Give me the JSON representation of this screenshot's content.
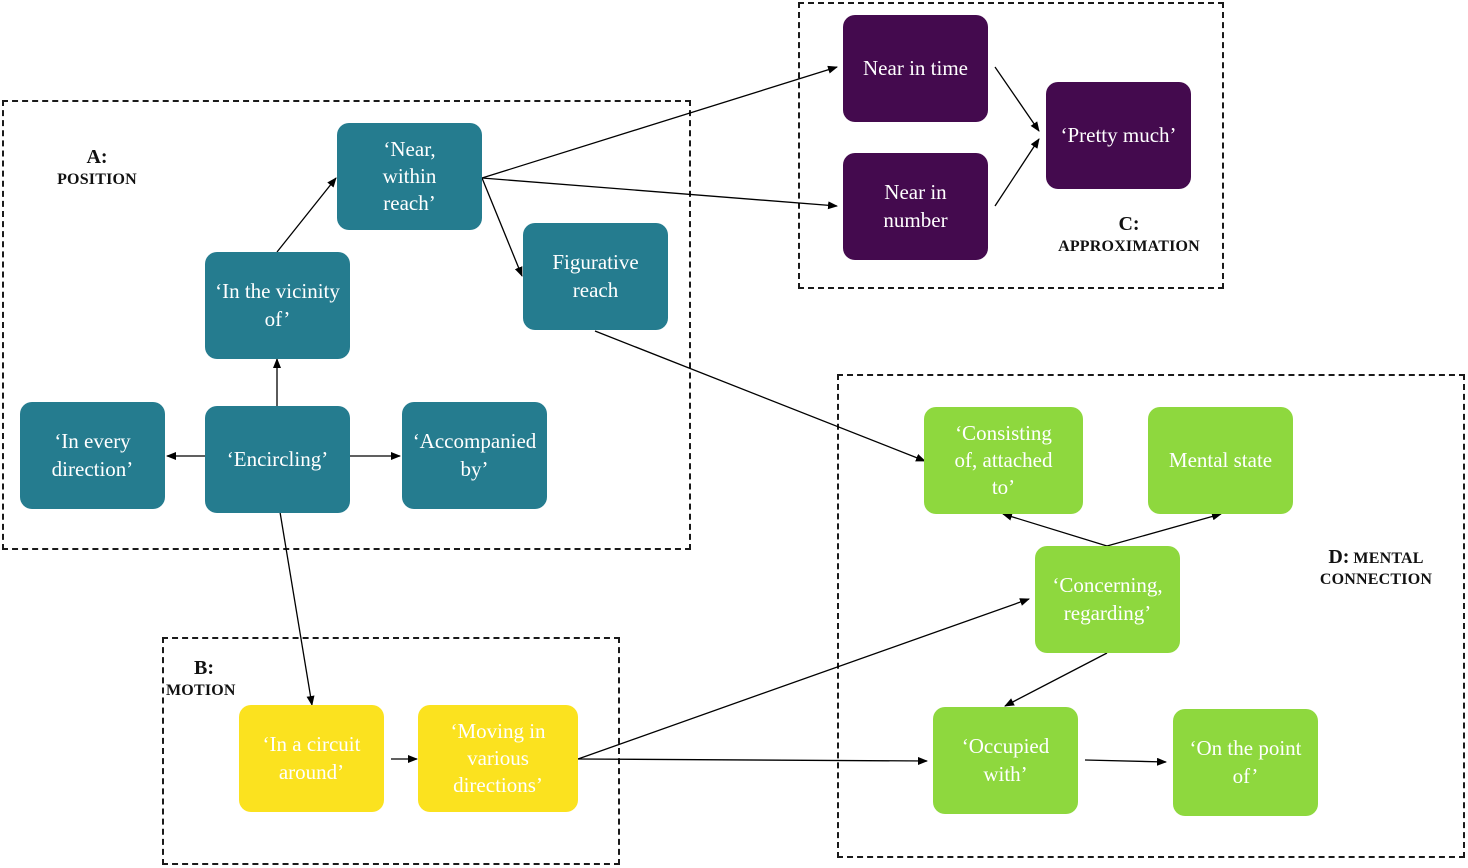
{
  "regions": {
    "position": {
      "letter": "A:",
      "word": "POSITION"
    },
    "motion": {
      "letter": "B:",
      "word": "MOTION"
    },
    "approximation": {
      "letter": "C:",
      "word": "APPROXIMATION"
    },
    "mental": {
      "letter": "D:",
      "word1": "MENTAL",
      "word2": "CONNECTION"
    }
  },
  "nodes": {
    "near_within_reach": "‘Near, within reach’",
    "in_the_vicinity": "‘In the vicinity of’",
    "figurative_reach": "Figurative reach",
    "in_every_direction": "‘In every direction’",
    "encircling": "‘Encircling’",
    "accompanied_by": "‘Accompanied by’",
    "near_in_time": "Near in time",
    "near_in_number": "Near in number",
    "pretty_much": "‘Pretty much’",
    "in_a_circuit": "‘In a circuit around’",
    "moving_various": "‘Moving in various directions’",
    "consisting_of": "‘Consisting of, attached to’",
    "mental_state": "Mental state",
    "concerning": "‘Concerning, regarding’",
    "occupied_with": "‘Occupied with’",
    "on_the_point": "‘On the point of’"
  },
  "colors": {
    "position": "#257c8f",
    "approximation": "#440a4e",
    "motion": "#fbe21f",
    "mental": "#8ed83e"
  }
}
